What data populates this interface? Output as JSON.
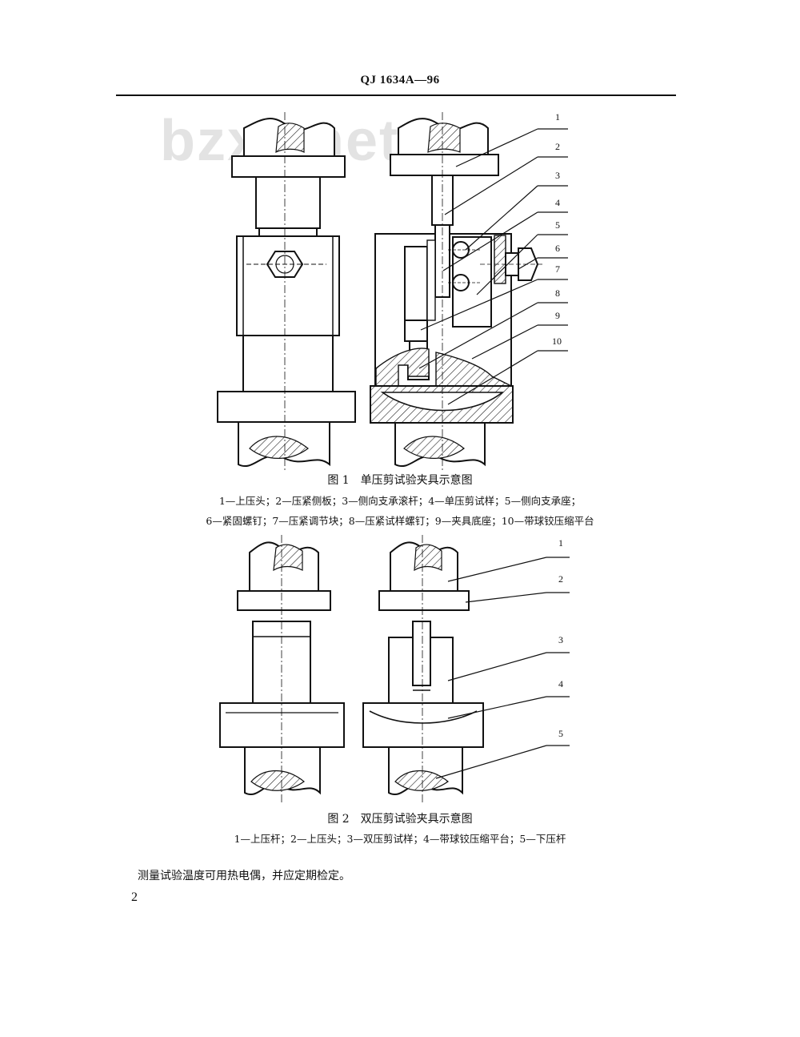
{
  "header": {
    "doc_code": "QJ 1634A—96"
  },
  "watermark": "bzxz.net",
  "figure1": {
    "caption": "图 1　单压剪试验夹具示意图",
    "legend_line1": "1—上压头；2—压紧侧板；3—侧向支承滚杆；4—单压剪试样；5—侧向支承座；",
    "legend_line2": "6—紧固螺钉；7—压紧调节块；8—压紧试样螺钉；9—夹具底座；10—带球铰压缩平台",
    "callouts": [
      "1",
      "2",
      "3",
      "4",
      "5",
      "6",
      "7",
      "8",
      "9",
      "10"
    ]
  },
  "figure2": {
    "caption": "图 2　双压剪试验夹具示意图",
    "legend": "1—上压杆；2—上压头；3—双压剪试样；4—带球铰压缩平台；5—下压杆",
    "callouts": [
      "1",
      "2",
      "3",
      "4",
      "5"
    ]
  },
  "body_text": "测量试验温度可用热电偶，并应定期检定。",
  "page_number": "2"
}
